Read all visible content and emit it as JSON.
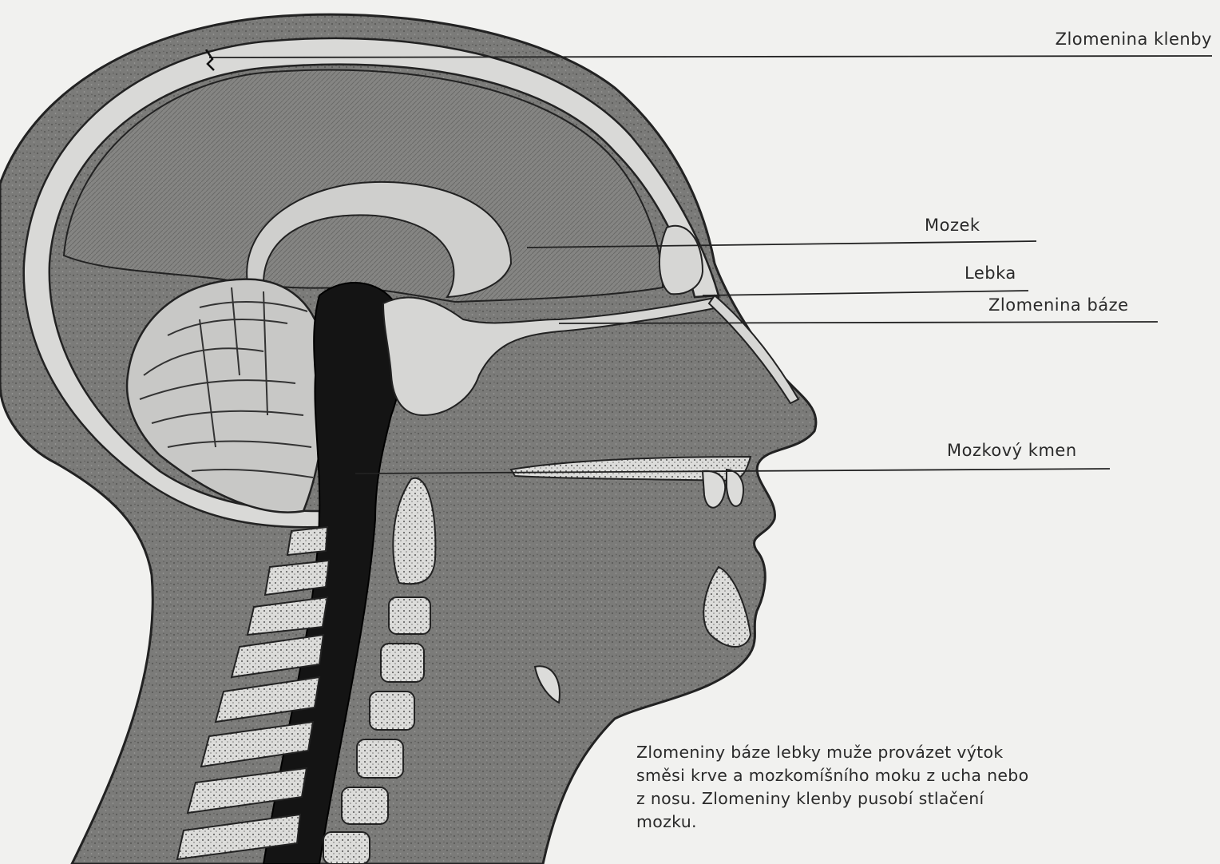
{
  "labels": {
    "vault_fracture": "Zlomenina klenby",
    "brain": "Mozek",
    "skull": "Lebka",
    "base_fracture": "Zlomenina báze",
    "brainstem": "Mozkový kmen"
  },
  "caption": {
    "line1": "Zlomeniny báze lebky muže provázet výtok",
    "line2": "směsi krve a mozkomíšního moku z ucha nebo",
    "line3": "z nosu. Zlomeniny klenby pusobí stlačení",
    "line4": "mozku."
  }
}
